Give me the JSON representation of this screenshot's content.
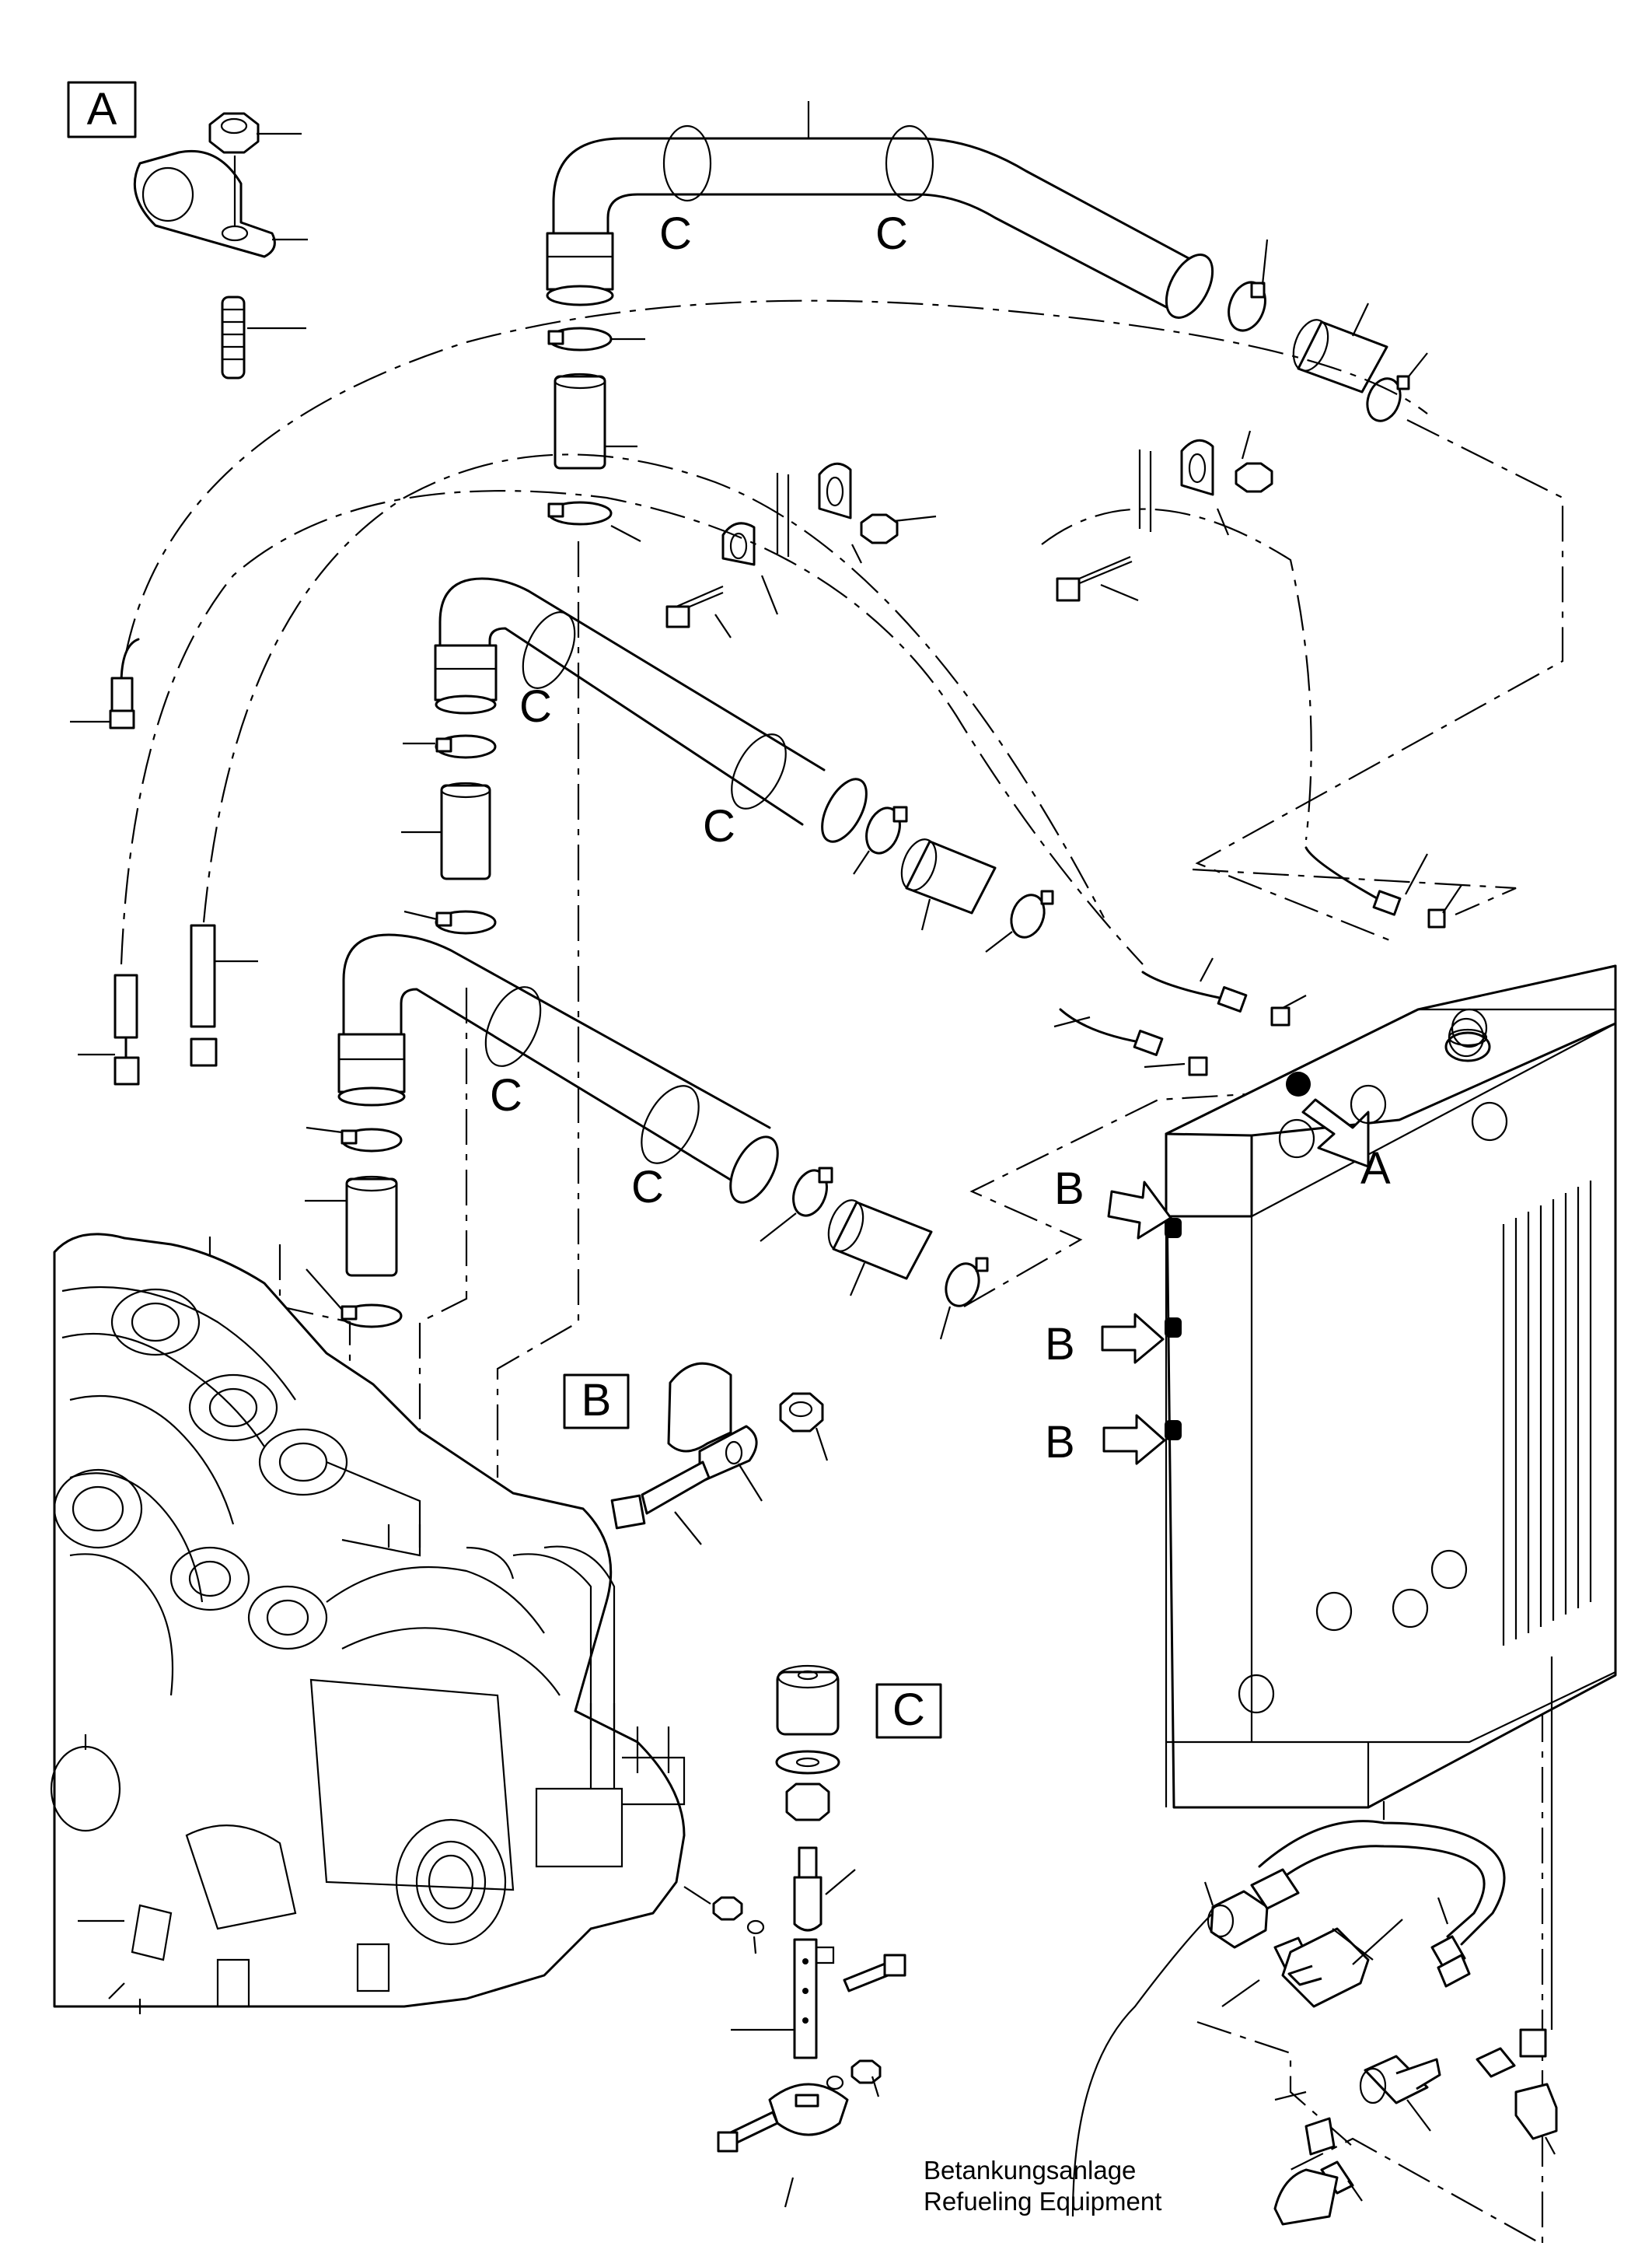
{
  "detail_boxes": [
    {
      "letter": "A"
    },
    {
      "letter": "B"
    },
    {
      "letter": "C"
    }
  ],
  "callouts": {
    "section_a": "A",
    "section_b": "B",
    "section_c": "C"
  },
  "caption": {
    "line1": "Betankungsanlage",
    "line2": "Refueling Equipment"
  }
}
